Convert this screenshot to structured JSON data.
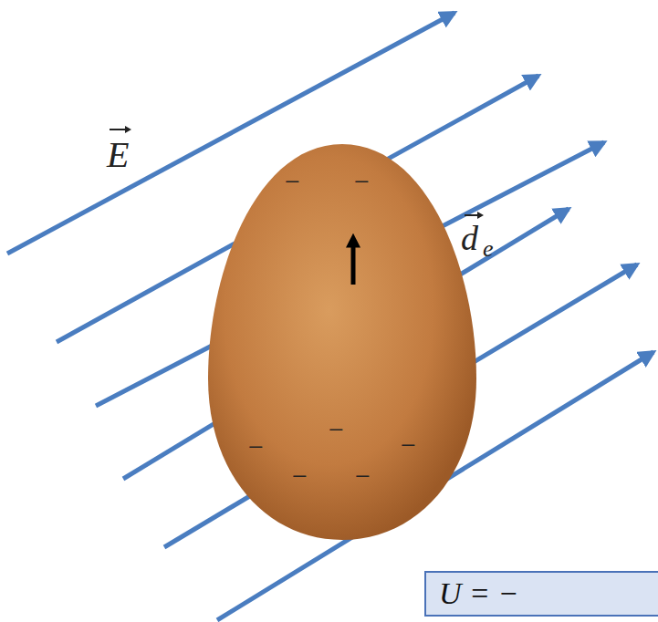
{
  "diagram": {
    "nodes": [
      {
        "text": [
          "U = −"
        ]
      }
    ],
    "labels": [
      "E",
      "d",
      "e",
      "−",
      "−",
      "−",
      "−",
      "−",
      "−",
      "−"
    ]
  }
}
